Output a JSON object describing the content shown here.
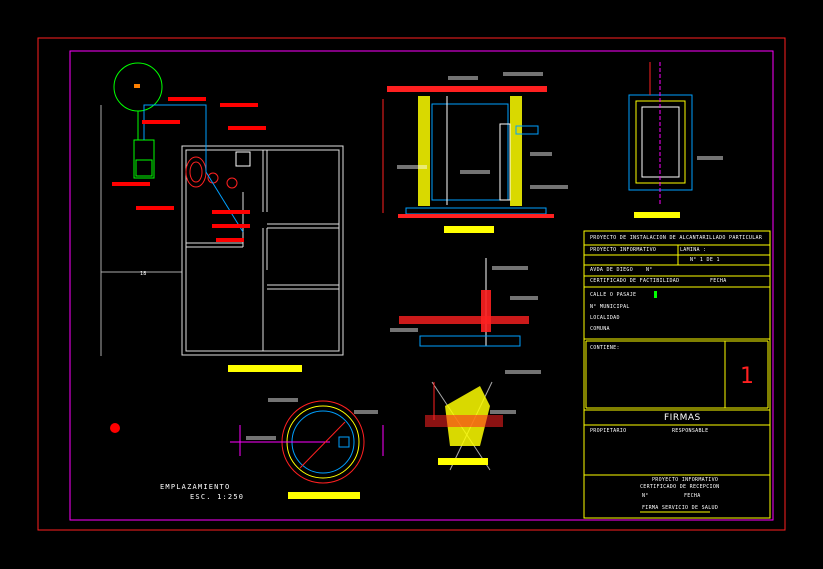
{
  "colors": {
    "background": "#000000",
    "outer_border": "#ff2020",
    "inner_border": "#ff00ff",
    "title_block": "#ffff00",
    "walls": "#e0e0e0",
    "pipes": "#00a0ff",
    "labels": "#ff0000",
    "accent": "#00ff00"
  },
  "site_plan": {
    "title": "EMPLAZAMIENTO",
    "scale": "ESC. 1:250",
    "dimension": "18"
  },
  "title_block": {
    "project_title": "PROYECTO DE INSTALACION DE ALCANTARILLADO PARTICULAR",
    "project_type": "PROYECTO INFORMATIVO",
    "sheet_label": "LAMINA :",
    "sheet_number": "N° 1 DE 1",
    "avenue": "AVDA DE DIEGO",
    "number_label": "N°",
    "certificate": "CERTIFICADO DE FACTIBILIDAD",
    "date_label": "FECHA",
    "street": "CALLE O PASAJE",
    "municipal": "N° MUNICIPAL",
    "locality": "LOCALIDAD",
    "commune": "COMUNA",
    "contents_label": "CONTIENE:",
    "sheet_big_number": "1",
    "signatures_title": "FIRMAS",
    "owner": "PROPIETARIO",
    "responsible": "RESPONSABLE",
    "project_footer": "PROYECTO INFORMATIVO",
    "project_footer_sub": "CERTIFICADO DE RECEPCION",
    "number_field": "N°",
    "date_field": "FECHA",
    "stamp": "FIRMA SERVICIO DE SALUD"
  }
}
